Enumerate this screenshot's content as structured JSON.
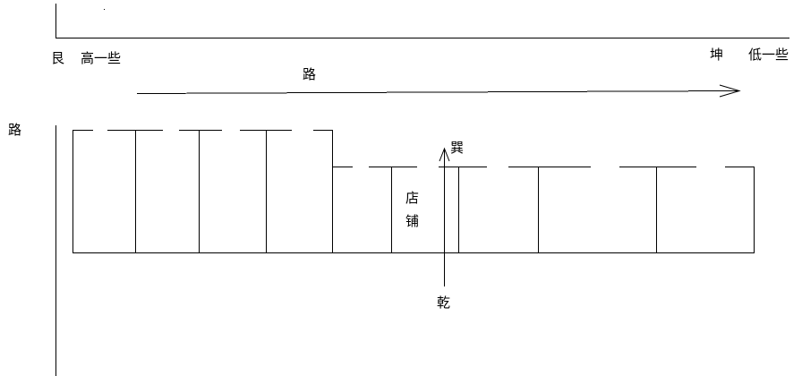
{
  "labels": {
    "gen": "艮",
    "high": "高一些",
    "kun": "坤",
    "low": "低一些",
    "road_top": "路",
    "road_left": "路",
    "xun": "巽",
    "shop_line1": "店",
    "shop_line2": "铺",
    "qian": "乾"
  },
  "colors": {
    "line": "#000000",
    "background": "#ffffff"
  }
}
